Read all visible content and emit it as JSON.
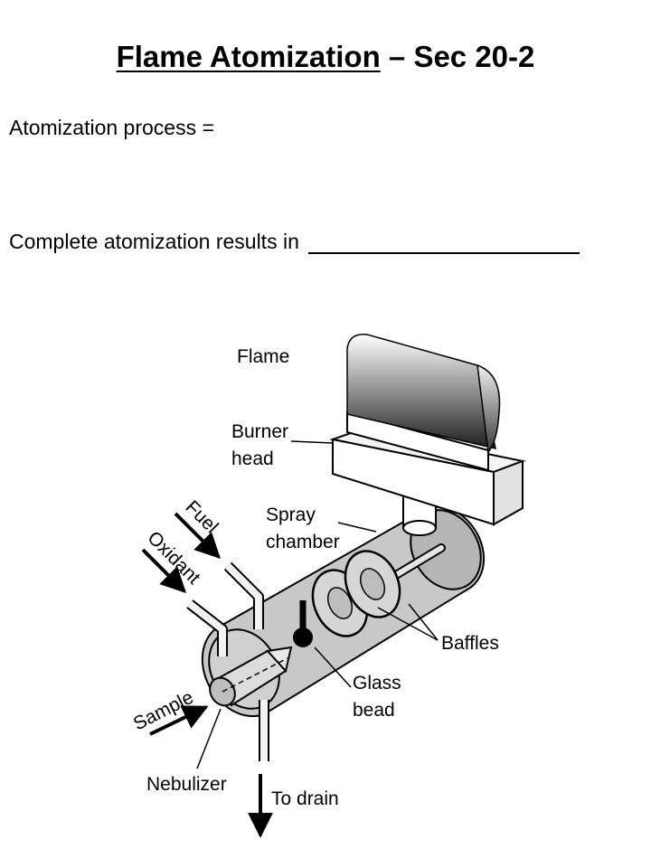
{
  "title": {
    "underlined": "Flame Atomization",
    "rest": " – Sec 20-2"
  },
  "atomization_prompt": "Atomization process =",
  "complete_prompt": "Complete atomization results in",
  "diagram": {
    "flame": "Flame",
    "burner_head_1": "Burner",
    "burner_head_2": "head",
    "fuel": "Fuel",
    "oxidant": "Oxidant",
    "spray_chamber_1": "Spray",
    "spray_chamber_2": "chamber",
    "baffles": "Baffles",
    "glass_bead_1": "Glass",
    "glass_bead_2": "bead",
    "sample": "Sample",
    "nebulizer": "Nebulizer",
    "to_drain": "To drain"
  }
}
